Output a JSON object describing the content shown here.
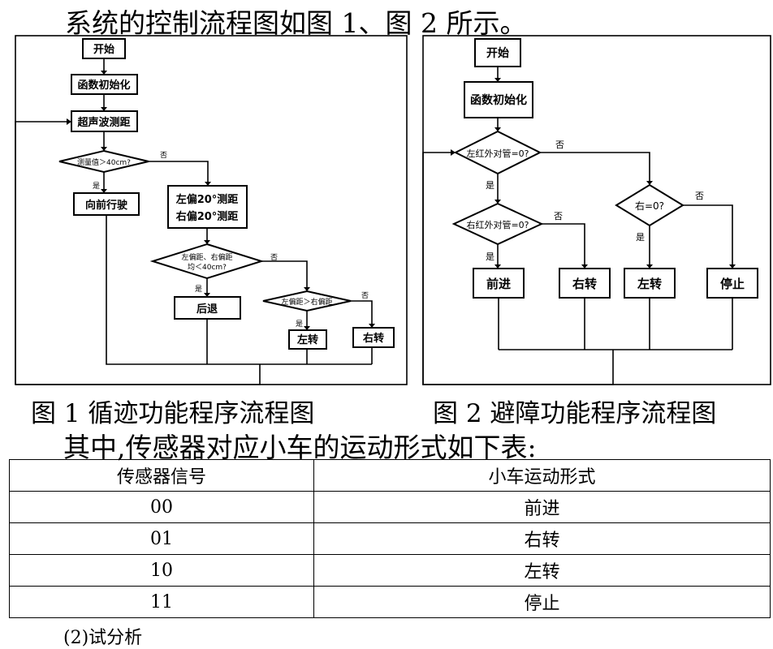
{
  "text": {
    "intro": "系统的控制流程图如图 1、图 2 所示。",
    "fig1_caption": "图 1 循迹功能程序流程图",
    "fig2_caption": "图 2 避障功能程序流程图",
    "intro2": "其中,传感器对应小车的运动形式如下表:",
    "cut_line": "(2)试分析"
  },
  "fig1": {
    "start": "开始",
    "init": "函数初始化",
    "measure": "超声波测距",
    "cond1": "测量值＞40cm?",
    "cond1_no": "否",
    "cond1_yes": "是",
    "forward": "向前行驶",
    "side_measure_line1": "左偏20°测距",
    "side_measure_line2": "右偏20°测距",
    "cond2_line1": "左偏距、右偏距",
    "cond2_line2": "均＜40cm?",
    "cond2_no": "否",
    "cond2_yes": "是",
    "back": "后退",
    "cond3": "左偏距＞右偏距",
    "cond3_no": "否",
    "cond3_yes": "是",
    "left": "左转",
    "right": "右转"
  },
  "fig2": {
    "start": "开始",
    "init": "函数初始化",
    "cond1": "左红外对管=0?",
    "cond1_no": "否",
    "cond1_yes": "是",
    "cond2": "右红外对管=0?",
    "cond2_no": "否",
    "cond2_yes": "是",
    "cond3": "右=0?",
    "cond3_no": "否",
    "cond3_yes": "是",
    "forward": "前进",
    "right": "右转",
    "left": "左转",
    "stop": "停止"
  },
  "table": {
    "headers": [
      "传感器信号",
      "小车运动形式"
    ],
    "rows": [
      [
        "00",
        "前进"
      ],
      [
        "01",
        "右转"
      ],
      [
        "10",
        "左转"
      ],
      [
        "11",
        "停止"
      ]
    ]
  }
}
